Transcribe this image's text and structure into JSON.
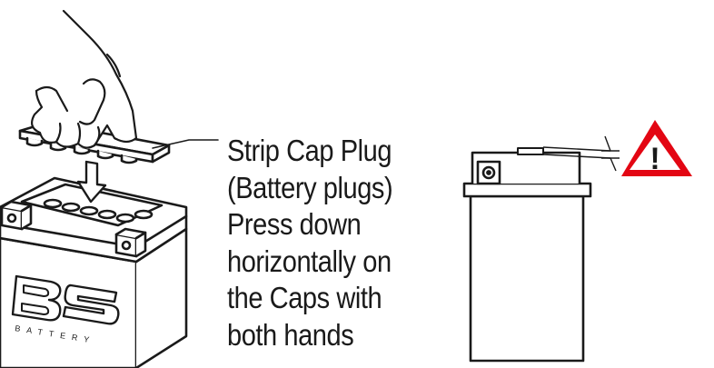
{
  "caption": {
    "lines": [
      "Strip Cap Plug",
      "(Battery plugs)",
      "Press down",
      "horizontally on",
      "the Caps with",
      "both hands"
    ]
  },
  "battery_logo": {
    "mark": "BS",
    "word": "BATTERY"
  },
  "warning": {
    "symbol": "!",
    "fill_color": "#e30613"
  }
}
